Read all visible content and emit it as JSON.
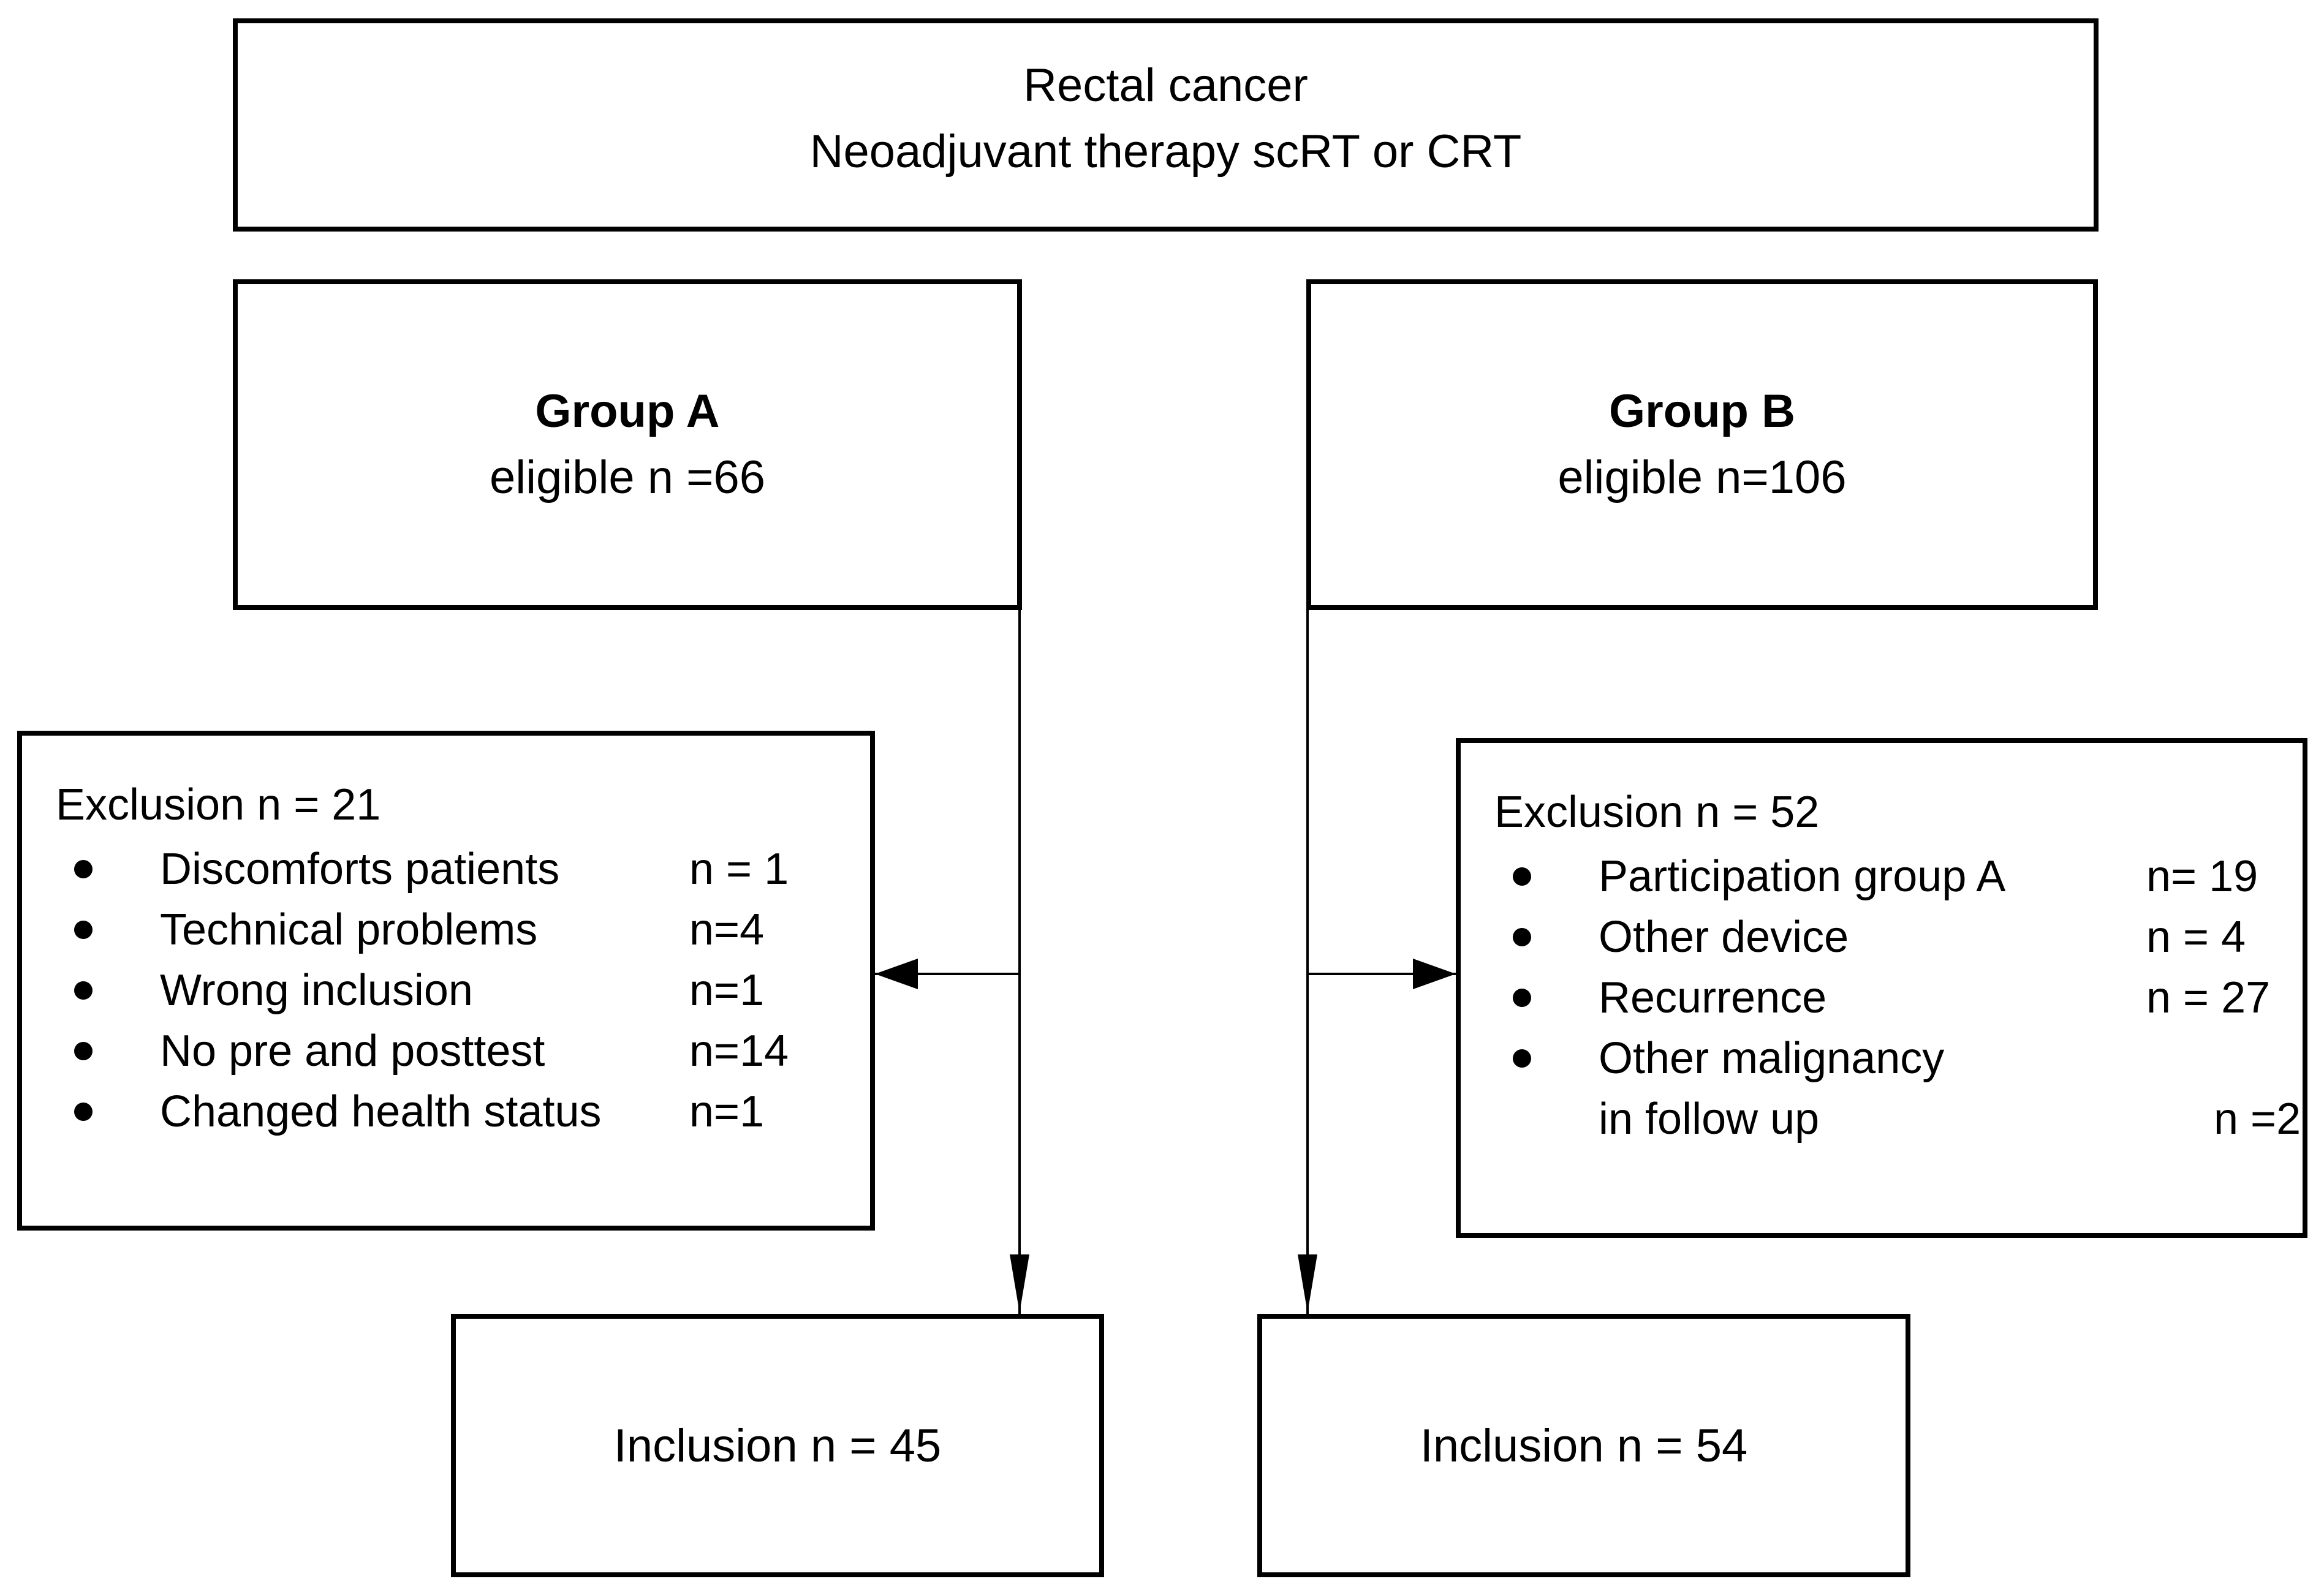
{
  "top_box": {
    "line1": "Rectal cancer",
    "line2": "Neoadjuvant therapy scRT or CRT"
  },
  "group_a": {
    "name": "Group A",
    "eligible": "eligible n =66"
  },
  "group_b": {
    "name": "Group B",
    "eligible": "eligible n=106"
  },
  "exclusion_a": {
    "title": "Exclusion n = 21",
    "items": [
      {
        "label": "Discomforts patients",
        "value": "n = 1"
      },
      {
        "label": "Technical problems",
        "value": "n=4"
      },
      {
        "label": "Wrong inclusion",
        "value": "n=1"
      },
      {
        "label": "No pre and posttest",
        "value": "n=14"
      },
      {
        "label": "Changed health status",
        "value": "n=1"
      }
    ]
  },
  "exclusion_b": {
    "title": "Exclusion n = 52",
    "items": [
      {
        "label": "Participation group A",
        "value": "n= 19"
      },
      {
        "label": "Other device",
        "value": "n = 4"
      },
      {
        "label": "Recurrence",
        "value": "n = 27"
      },
      {
        "label": "Other malignancy",
        "value": ""
      },
      {
        "label": "in follow up",
        "value": "n =2"
      }
    ]
  },
  "inclusion_a": {
    "label": "Inclusion n = 45"
  },
  "inclusion_b": {
    "label": "Inclusion n = 54"
  },
  "colors": {
    "line": "#000000",
    "text": "#000000",
    "background": "#ffffff"
  }
}
